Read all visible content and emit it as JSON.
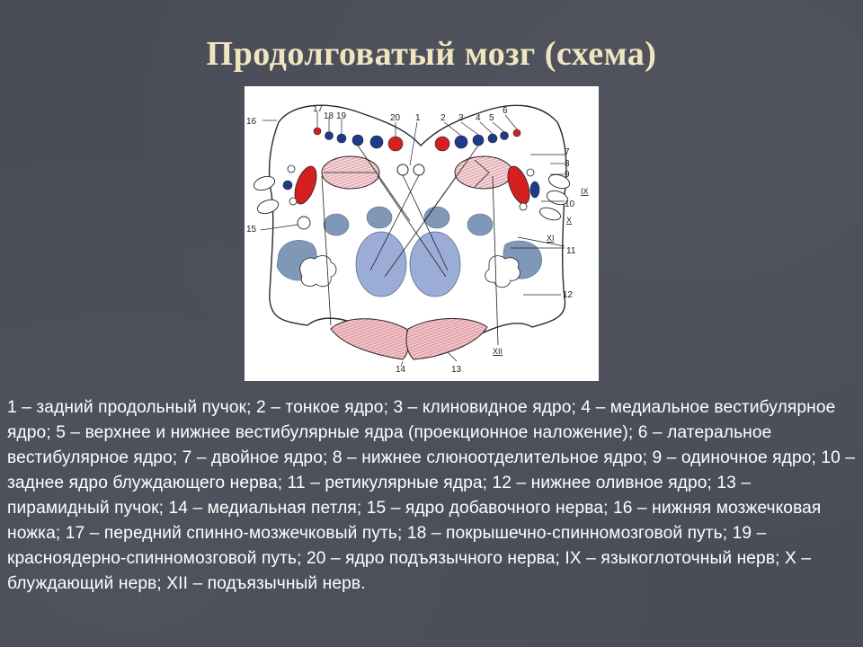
{
  "title": "Продолговатый мозг (схема)",
  "diagram": {
    "labels_top": [
      "17",
      "18",
      "19",
      "20",
      "1",
      "2",
      "3",
      "4",
      "5",
      "6"
    ],
    "label_16": "16",
    "labels_right": [
      "7",
      "8",
      "9",
      "10",
      "11",
      "12"
    ],
    "label_15": "15",
    "label_14": "14",
    "label_13": "13",
    "nerve_ix": "IX",
    "nerve_x": "X",
    "nerve_xi": "XI",
    "nerve_xii": "XII",
    "colors": {
      "red_nucleus": "#d42020",
      "blue_nucleus": "#1e3a8a",
      "gray_blue": "#7f98b8",
      "light_blue": "#9fb0d8",
      "pink": "#e8a0a8",
      "outline": "#2a2a2a"
    }
  },
  "caption": "1 – задний продольный пучок; 2 – тонкое ядро; 3 – клиновидное ядро; 4 – медиальное вестибулярное ядро; 5 – верхнее и нижнее вестибулярные ядра (проекционное наложение); 6 – латеральное вестибулярное ядро; 7 – двойное ядро; 8 – нижнее слюноотделительное ядро; 9 – одиночное ядро; 10 – заднее ядро блуждающего нерва; 11 – ретикулярные ядра; 12 – нижнее оливное ядро; 13 – пирамидный пучок; 14 – медиальная петля; 15 – ядро добавочного нерва; 16 – нижняя мозжечковая ножка; 17 – передний спинно-мозжечковый путь; 18 – покрышечно-спинномозговой путь; 19 – красноядерно-спинномозговой путь; 20 – ядро подъязычного нерва; IX – языкоглоточный нерв; X – блуждающий нерв; XII – подъязычный нерв."
}
